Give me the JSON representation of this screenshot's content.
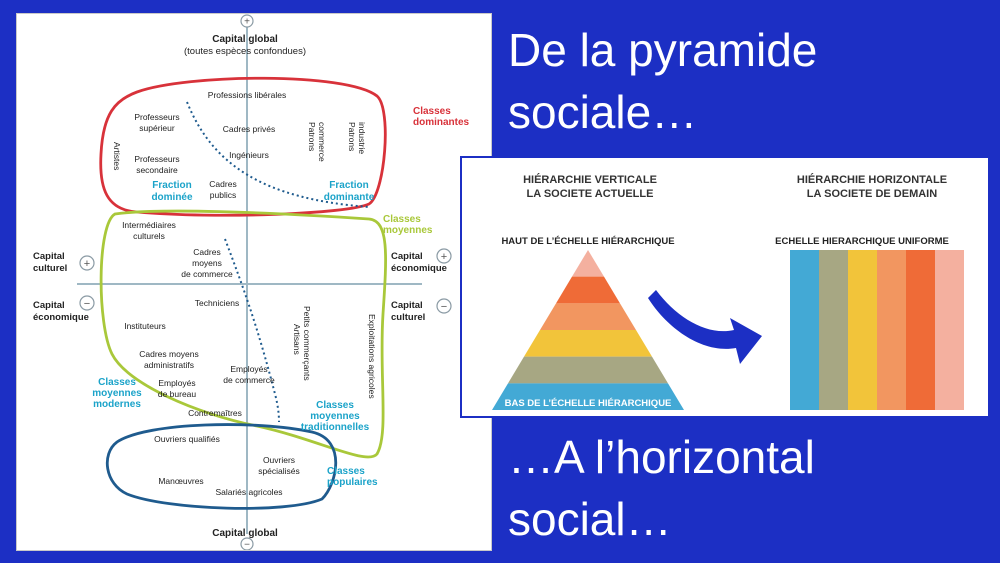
{
  "headlines": {
    "top_line1": "De la pyramide",
    "top_line2": "sociale…",
    "bottom_line1": "…A l’horizontal",
    "bottom_line2": "social…"
  },
  "bourdieu": {
    "axis_top_title": "Capital global",
    "axis_top_subtitle": "(toutes espèces confondues)",
    "axis_bottom_title": "Capital global",
    "plus": "+",
    "minus": "−",
    "left_plus_1": "Capital",
    "left_plus_2": "culturel",
    "left_minus_1": "Capital",
    "left_minus_2": "économique",
    "right_plus_1": "Capital",
    "right_plus_2": "économique",
    "right_minus_1": "Capital",
    "right_minus_2": "culturel",
    "classes_dominantes_1": "Classes",
    "classes_dominantes_2": "dominantes",
    "classes_moyennes_1": "Classes",
    "classes_moyennes_2": "moyennes",
    "classes_moyennes_modernes_1": "Classes",
    "classes_moyennes_modernes_2": "moyennes",
    "classes_moyennes_modernes_3": "modernes",
    "classes_moyennes_trad_1": "Classes",
    "classes_moyennes_trad_2": "moyennes",
    "classes_moyennes_trad_3": "traditionnelles",
    "classes_populaires_1": "Classes",
    "classes_populaires_2": "populaires",
    "fraction_dominee_1": "Fraction",
    "fraction_dominee_2": "dominée",
    "fraction_dominante_1": "Fraction",
    "fraction_dominante_2": "dominante",
    "professions_liberales": "Professions libérales",
    "professeurs_sup_1": "Professeurs",
    "professeurs_sup_2": "supérieur",
    "cadres_prives": "Cadres privés",
    "ingenieurs": "Ingénieurs",
    "artistes": "Artistes",
    "professeurs_sec_1": "Professeurs",
    "professeurs_sec_2": "secondaire",
    "cadres_publics_1": "Cadres",
    "cadres_publics_2": "publics",
    "patrons_commerce_1": "Patrons",
    "patrons_commerce_2": "commerce",
    "patrons_industrie_1": "Patrons",
    "patrons_industrie_2": "industrie",
    "intermediaires_1": "Intermédiaires",
    "intermediaires_2": "culturels",
    "cadres_moyens_commerce_1": "Cadres",
    "cadres_moyens_commerce_2": "moyens",
    "cadres_moyens_commerce_3": "de commerce",
    "techniciens": "Techniciens",
    "instituteurs": "Instituteurs",
    "cadres_moyens_admin_1": "Cadres moyens",
    "cadres_moyens_admin_2": "administratifs",
    "employes_bureau_1": "Employés",
    "employes_bureau_2": "de bureau",
    "employes_commerce_1": "Employés",
    "employes_commerce_2": "de commerce",
    "contremaitres": "Contremaîtres",
    "petits_commercants_1": "Petits commerçants",
    "petits_commercants_2": "Artisans",
    "exploitations_agricoles": "Exploitations agricoles",
    "ouvriers_qualifies": "Ouvriers qualifiés",
    "ouvriers_specialises_1": "Ouvriers",
    "ouvriers_specialises_2": "spécialisés",
    "manoeuvres": "Manœuvres",
    "salaries_agricoles": "Salariés agricoles"
  },
  "hierarchy": {
    "left_title_1": "HIÉRARCHIE VERTICALE",
    "left_title_2": "LA SOCIETE ACTUELLE",
    "top_label": "HAUT DE L’ÉCHELLE HIÉRARCHIQUE",
    "bottom_label": "BAS DE L’ÉCHELLE HIÉRARCHIQUE",
    "right_title_1": "HIÉRARCHIE HORIZONTALE",
    "right_title_2": "LA SOCIETE DE DEMAIN",
    "uniform_label": "ECHELLE HIERARCHIQUE UNIFORME",
    "pyramid_colors": [
      "#f4b09f",
      "#ef6b37",
      "#f29660",
      "#f2c43a",
      "#a7a783",
      "#43a9d5"
    ],
    "bar_colors": [
      "#43a9d5",
      "#a7a783",
      "#f2c43a",
      "#f29660",
      "#ef6b37",
      "#f4b09f"
    ]
  },
  "colors": {
    "background": "#1c2fc4",
    "dominant": "#d8323a",
    "middle": "#a9c83a",
    "popular": "#1f5b8e",
    "cyan_text": "#1ba3c9",
    "axis": "#9fb8c4",
    "arrow": "#1c2fc4"
  }
}
